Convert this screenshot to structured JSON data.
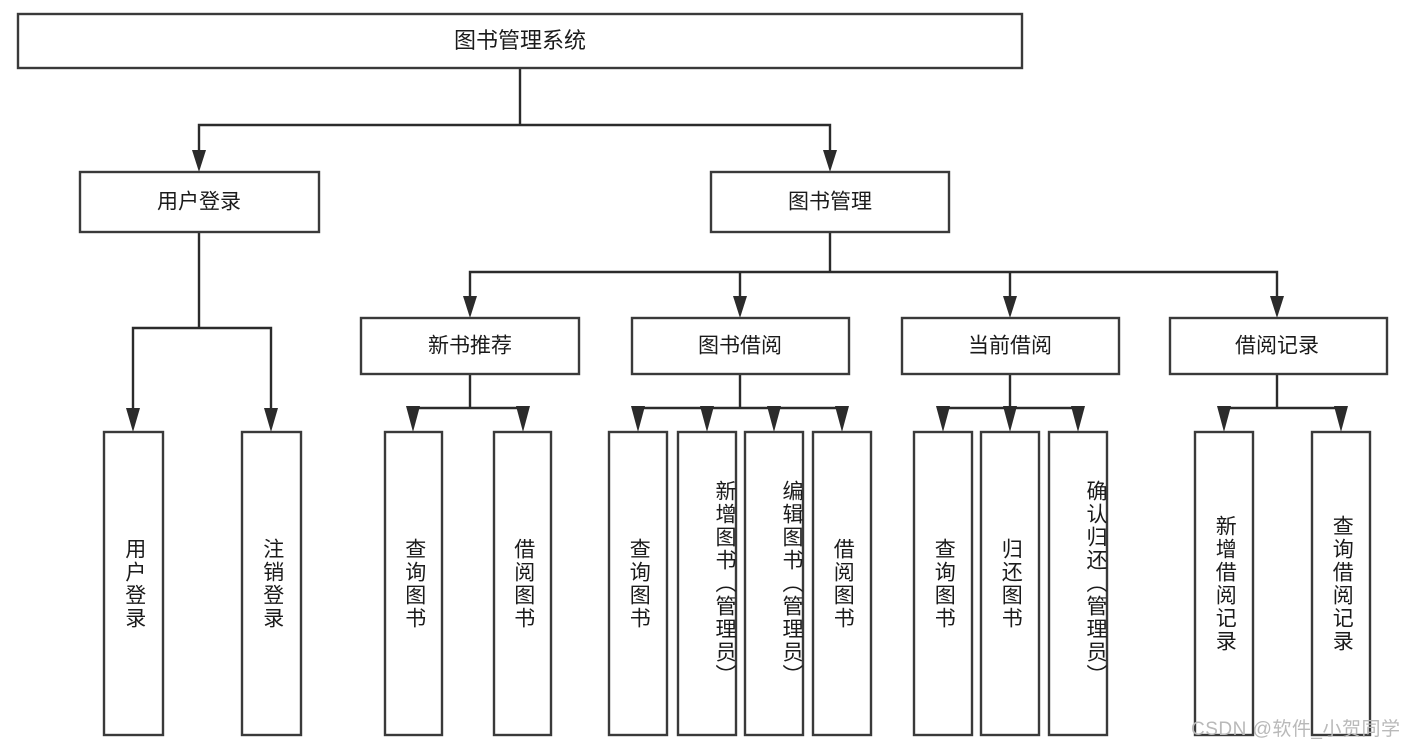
{
  "diagram": {
    "type": "tree-hierarchy",
    "title": "图书管理系统",
    "watermark": "CSDN @软件_小贺同学",
    "colors": {
      "box_stroke": "#3a3a3a",
      "connector": "#2b2b2b",
      "background": "#ffffff",
      "text": "#1b1b1b",
      "watermark": "#b9b9b9"
    },
    "root": {
      "label": "图书管理系统",
      "level": 0
    },
    "level1": [
      {
        "label": "用户登录"
      },
      {
        "label": "图书管理"
      }
    ],
    "level2": [
      {
        "label": "新书推荐",
        "parent": "图书管理"
      },
      {
        "label": "图书借阅",
        "parent": "图书管理"
      },
      {
        "label": "当前借阅",
        "parent": "图书管理"
      },
      {
        "label": "借阅记录",
        "parent": "图书管理"
      }
    ],
    "leaves": {
      "user_login": [
        {
          "label": "用户登录"
        },
        {
          "label": "注销登录"
        }
      ],
      "new_book_recommend": [
        {
          "label": "查询图书"
        },
        {
          "label": "借阅图书"
        }
      ],
      "book_borrow": [
        {
          "label": "查询图书"
        },
        {
          "label": "新增图书（管理员）"
        },
        {
          "label": "编辑图书（管理员）"
        },
        {
          "label": "借阅图书"
        }
      ],
      "current_borrow": [
        {
          "label": "查询图书"
        },
        {
          "label": "归还图书"
        },
        {
          "label": "确认归还（管理员）"
        }
      ],
      "borrow_record": [
        {
          "label": "新增借阅记录"
        },
        {
          "label": "查询借阅记录"
        }
      ]
    }
  }
}
